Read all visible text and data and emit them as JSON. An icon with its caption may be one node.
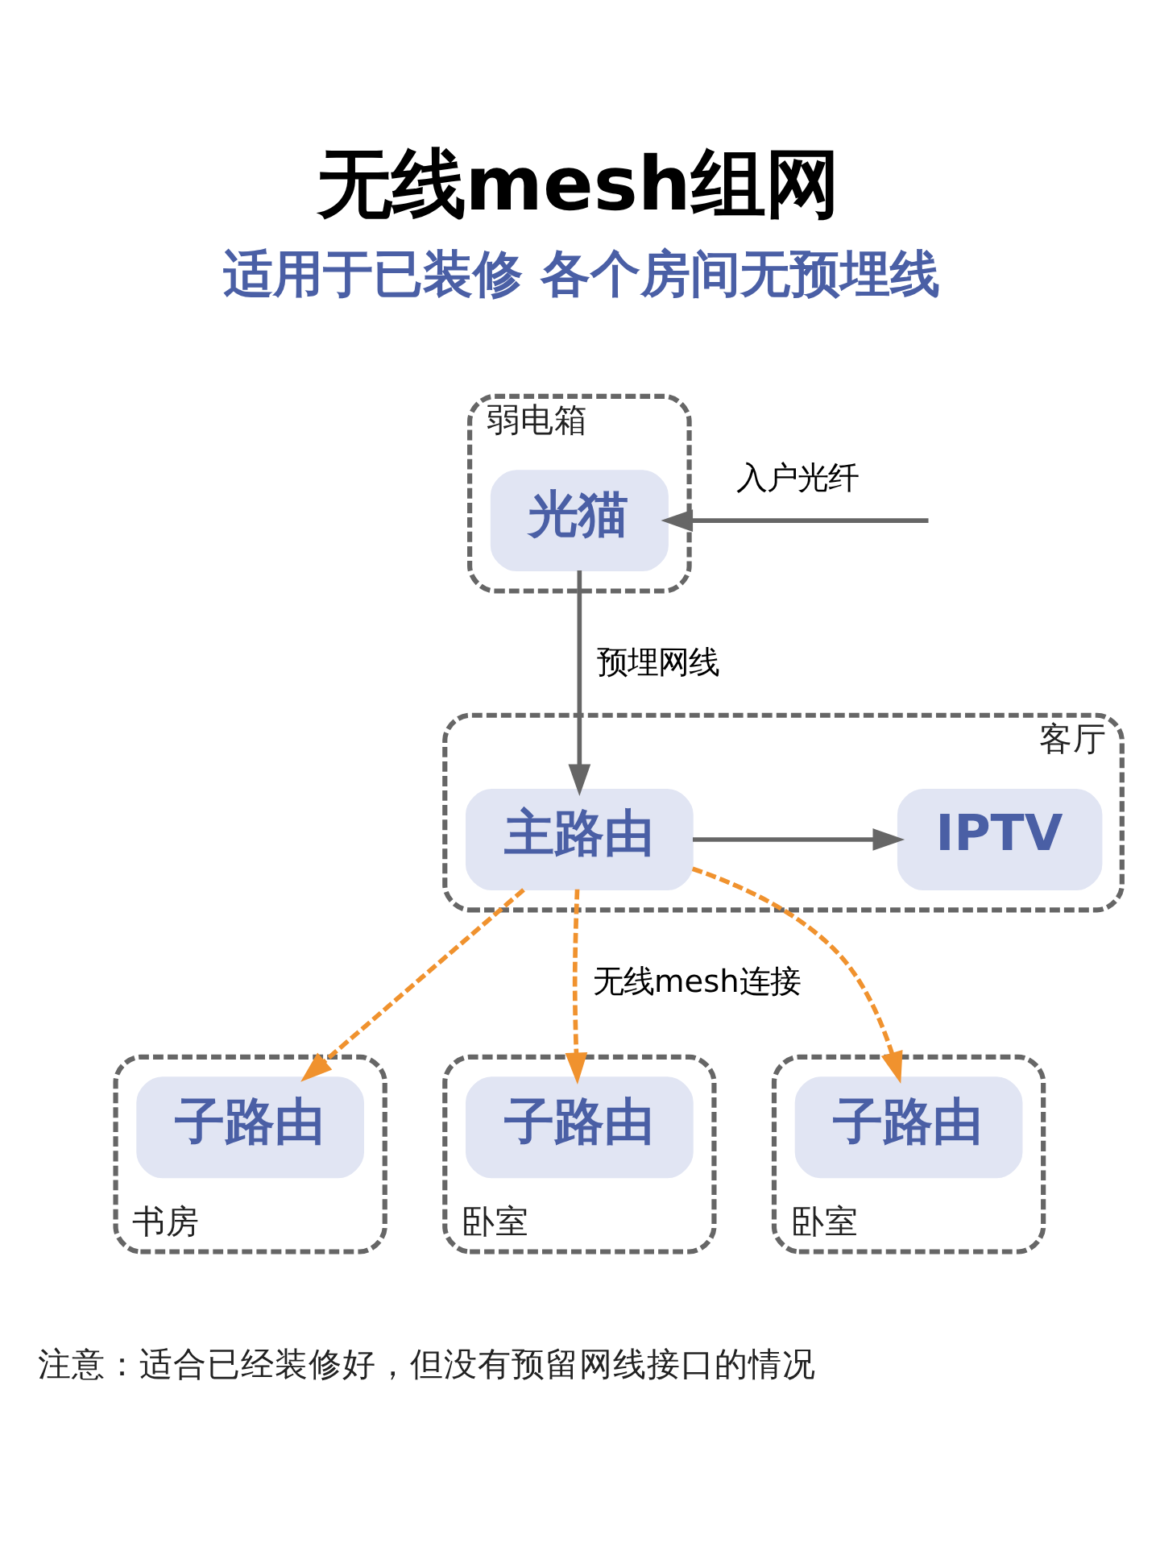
{
  "diagram": {
    "title": "无线mesh组网",
    "nodes": [
      {
        "text": [
          "弱电箱"
        ]
      },
      {
        "text": [
          "光猫"
        ],
        "in": 0
      },
      {
        "text": [
          "客厅"
        ]
      },
      {
        "text": [
          "主路由"
        ],
        "in": 2
      },
      {
        "text": [
          "IPTV"
        ],
        "in": 2
      },
      {
        "text": [
          "书房"
        ]
      },
      {
        "text": [
          "子路由"
        ],
        "in": 5
      },
      {
        "text": [
          "卧室"
        ]
      },
      {
        "text": [
          "子路由"
        ],
        "in": 7
      },
      {
        "text": [
          "卧室"
        ]
      },
      {
        "text": [
          "子路由"
        ],
        "in": 9
      }
    ],
    "edges": [
      {
        "from": null,
        "to": 1,
        "arrow": "to",
        "label": "入户光纤"
      },
      {
        "from": 1,
        "to": 3,
        "arrow": "to",
        "label": "预埋网线"
      },
      {
        "from": 3,
        "to": 4,
        "arrow": "to"
      },
      {
        "from": 3,
        "to": 6,
        "arrow": "to",
        "style": "dashed",
        "color": "#f0922e"
      },
      {
        "from": 3,
        "to": 8,
        "arrow": "to",
        "style": "dashed",
        "color": "#f0922e",
        "label": "无线mesh连接"
      },
      {
        "from": 3,
        "to": 10,
        "arrow": "to",
        "style": "dashed",
        "color": "#f0922e"
      }
    ],
    "labels": [
      "适用于已装修 各个房间无预埋线",
      "注意：适合已经装修好，但没有预留网线接口的情况"
    ]
  }
}
